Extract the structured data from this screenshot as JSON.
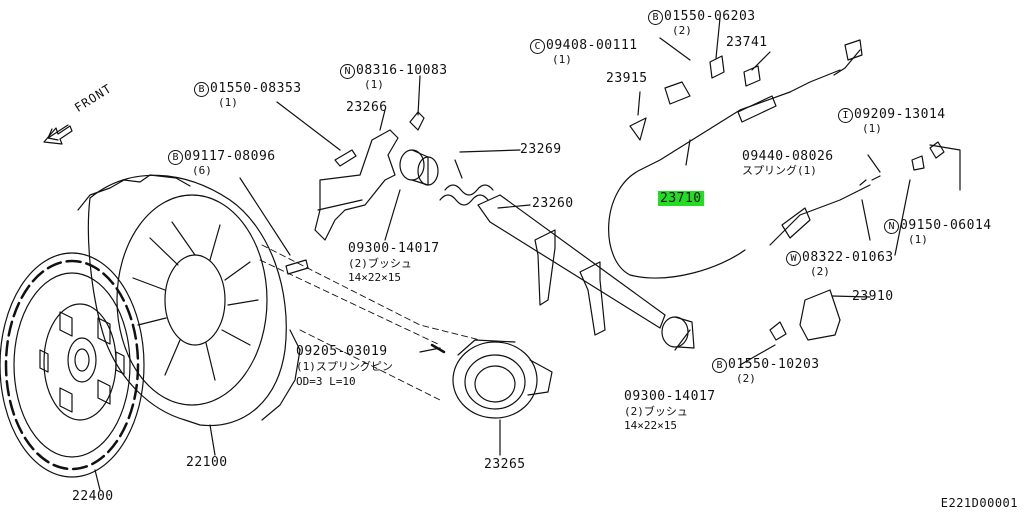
{
  "diagram": {
    "front_label": "FRONT",
    "diagram_id": "E221D00001",
    "highlight_color": "#22dd22",
    "callouts": [
      {
        "id": "c01",
        "prefix": "B",
        "number": "01550-06203",
        "qty": "(2)"
      },
      {
        "id": "c02",
        "prefix": "C",
        "number": "09408-00111",
        "qty": "(1)"
      },
      {
        "id": "c03",
        "number": "23741"
      },
      {
        "id": "c04",
        "number": "23915"
      },
      {
        "id": "c05",
        "prefix": "N",
        "number": "08316-10083",
        "qty": "(1)"
      },
      {
        "id": "c06",
        "prefix": "B",
        "number": "01550-08353",
        "qty": "(1)"
      },
      {
        "id": "c07",
        "number": "23266"
      },
      {
        "id": "c08",
        "prefix": "B",
        "number": "09117-08096",
        "qty": "(6)"
      },
      {
        "id": "c09",
        "number": "23269"
      },
      {
        "id": "c10",
        "number": "23260"
      },
      {
        "id": "c11",
        "number": "09300-14017",
        "qty": "(2)ブッシュ",
        "extra": "14×22×15"
      },
      {
        "id": "c12",
        "number": "23710",
        "highlight": true
      },
      {
        "id": "c13",
        "prefix": "I",
        "number": "09209-13014",
        "qty": "(1)"
      },
      {
        "id": "c14",
        "number": "09440-08026",
        "qty": "スプリング(1)"
      },
      {
        "id": "c15",
        "prefix": "N",
        "number": "09150-06014",
        "qty": "(1)"
      },
      {
        "id": "c16",
        "prefix": "W",
        "number": "08322-01063",
        "qty": "(2)"
      },
      {
        "id": "c17",
        "number": "23910"
      },
      {
        "id": "c18",
        "prefix": "B",
        "number": "01550-10203",
        "qty": "(2)"
      },
      {
        "id": "c19",
        "number": "09205-03019",
        "qty": "(1)スプリングピン",
        "extra": "OD=3 L=10"
      },
      {
        "id": "c20",
        "number": "09300-14017",
        "qty": "(2)ブッシュ",
        "extra": "14×22×15"
      },
      {
        "id": "c21",
        "number": "23265"
      },
      {
        "id": "c22",
        "number": "22100"
      },
      {
        "id": "c23",
        "number": "22400"
      }
    ]
  }
}
